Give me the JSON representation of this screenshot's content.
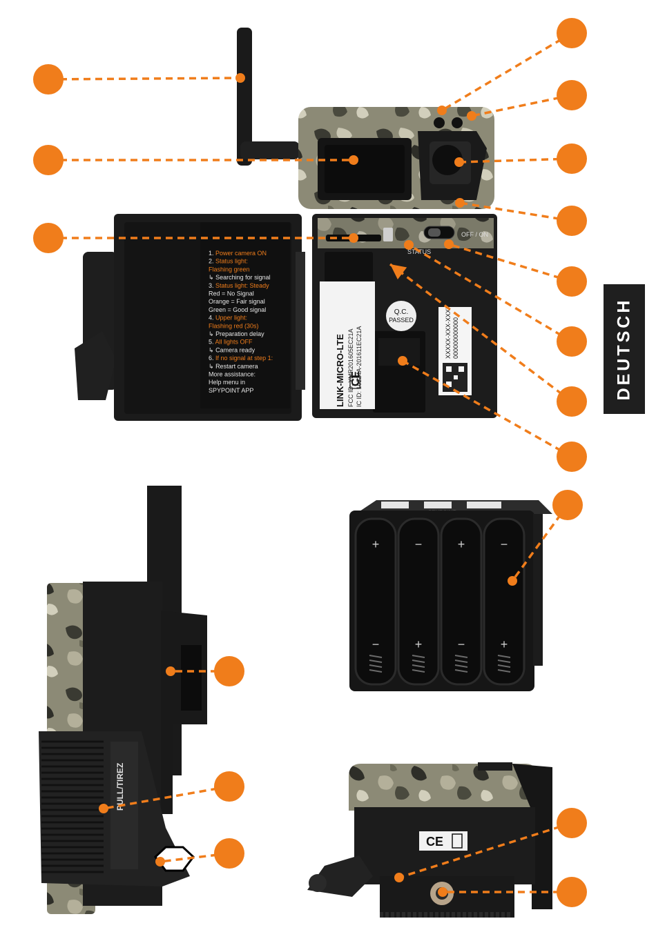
{
  "colors": {
    "accent": "#f07d1b",
    "body": "#1b1b1b",
    "tab": "#1f1f1f"
  },
  "language_tab": "DEUTSCH",
  "instruction_panel": {
    "steps": [
      {
        "n": "1.",
        "text": "Power camera ON"
      },
      {
        "n": "2.",
        "text": "Status light:"
      },
      {
        "n": "",
        "text": "Flashing green"
      },
      {
        "n": "↳",
        "text": "Searching for signal"
      },
      {
        "n": "3.",
        "text": "Status light: Steady"
      },
      {
        "n": "",
        "text": "Red = No Signal"
      },
      {
        "n": "",
        "text": "Orange = Fair signal"
      },
      {
        "n": "",
        "text": "Green = Good signal"
      },
      {
        "n": "4.",
        "text": "Upper light:"
      },
      {
        "n": "",
        "text": "Flashing red (30s)"
      },
      {
        "n": "↳",
        "text": "Preparation delay"
      },
      {
        "n": "5.",
        "text": "All lights OFF"
      },
      {
        "n": "↳",
        "text": "Camera ready"
      },
      {
        "n": "6.",
        "text": "If no signal at step 1:"
      },
      {
        "n": "↳",
        "text": "Restart camera"
      },
      {
        "n": "",
        "text": "More assistance:"
      },
      {
        "n": "",
        "text": "Help menu in"
      },
      {
        "n": "",
        "text": "SPYPOINT APP"
      }
    ]
  },
  "label_sticker": {
    "model": "LINK-MICRO-LTE",
    "fcc": "FCC ID: XMR201605EC21A",
    "ic": "IC ID: 10224A-201611EC21A",
    "ce": "CE"
  },
  "qc_sticker": {
    "line1": "Q.C.",
    "line2": "PASSED"
  },
  "serial_sticker": {
    "line1": "XXXXX-XXX-XXXX",
    "line2": "000000000000"
  },
  "switch_labels": {
    "status": "STATUS",
    "power": "OFF / ON"
  },
  "side_label": "PULL/TIREZ",
  "battery_tray_text": "SPYPOINT",
  "bottom_marks": {
    "ce": "CE"
  }
}
